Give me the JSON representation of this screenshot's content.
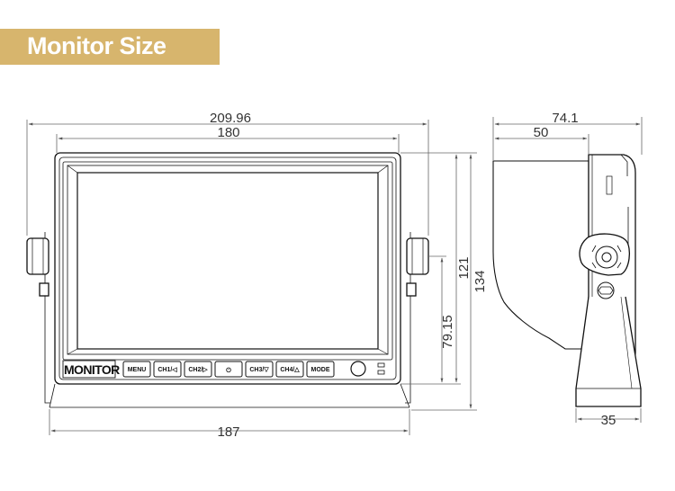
{
  "banner": {
    "title": "Monitor Size",
    "color": "#d7b56d"
  },
  "front_view": {
    "brand": "MONITOR",
    "buttons": [
      "MENU",
      "CH1/◁",
      "CH2/▷",
      "⏻",
      "CH3/▽",
      "CH4/△",
      "MODE"
    ],
    "dimensions": {
      "overall_width": "209.96",
      "screen_width": "180",
      "base_width": "187",
      "height_no_bracket": "121",
      "overall_height": "134",
      "mount_height": "79.15"
    }
  },
  "side_view": {
    "dimensions": {
      "depth_total": "74.1",
      "depth_housing": "50",
      "stand_width": "35"
    }
  },
  "colors": {
    "line": "#111111",
    "dim_line": "#666666"
  }
}
